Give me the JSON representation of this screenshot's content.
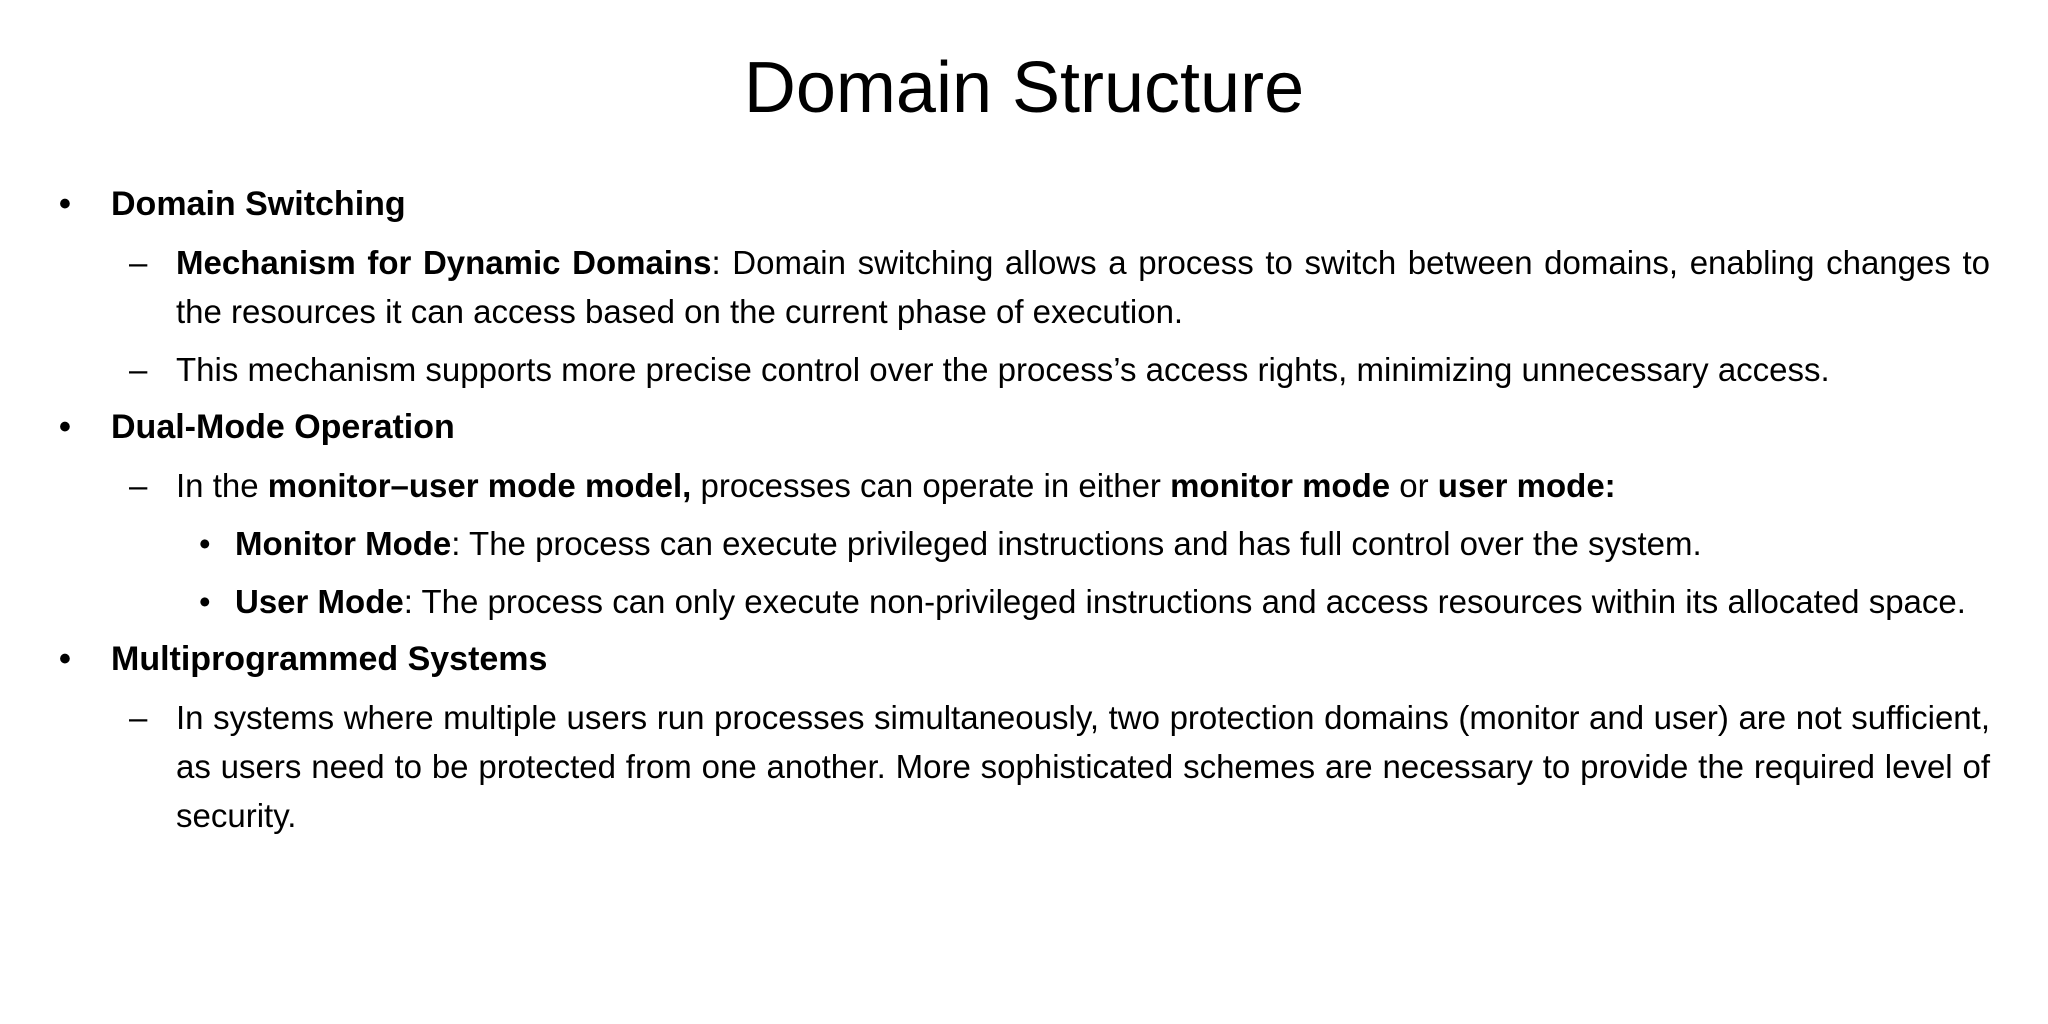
{
  "markers": {
    "level1": "•",
    "level2": "–",
    "level3": "•"
  },
  "colors": {
    "background": "#ffffff",
    "text": "#000000"
  },
  "slide": {
    "title": "Domain Structure",
    "sections": [
      {
        "heading": "Domain Switching",
        "items": [
          {
            "segments": [
              {
                "text": "Mechanism for Dynamic Domains",
                "bold": true
              },
              {
                "text": ": Domain switching allows a process to switch between domains, enabling changes to the resources it can access based on the current phase of execution.",
                "bold": false
              }
            ]
          },
          {
            "segments": [
              {
                "text": "This mechanism supports more precise control over the process’s access rights, minimizing unnecessary access.",
                "bold": false
              }
            ]
          }
        ]
      },
      {
        "heading": "Dual-Mode Operation",
        "items": [
          {
            "segments": [
              {
                "text": "In the ",
                "bold": false
              },
              {
                "text": "monitor–user mode model,",
                "bold": true
              },
              {
                "text": " processes can operate in either ",
                "bold": false
              },
              {
                "text": "monitor mode",
                "bold": true
              },
              {
                "text": " or ",
                "bold": false
              },
              {
                "text": "user mode:",
                "bold": true
              }
            ],
            "subitems": [
              {
                "segments": [
                  {
                    "text": "Monitor Mode",
                    "bold": true
                  },
                  {
                    "text": ": The process can execute privileged instructions and has full control over the system.",
                    "bold": false
                  }
                ]
              },
              {
                "segments": [
                  {
                    "text": "User Mode",
                    "bold": true
                  },
                  {
                    "text": ": The process can only execute non-privileged instructions and access resources within its allocated space.",
                    "bold": false
                  }
                ]
              }
            ]
          }
        ]
      },
      {
        "heading": "Multiprogrammed Systems",
        "items": [
          {
            "segments": [
              {
                "text": "In systems where multiple users run processes simultaneously, two protection domains (monitor and user) are not sufficient, as users need to be protected from one another. More sophisticated schemes are necessary to provide the required level of security.",
                "bold": false
              }
            ]
          }
        ]
      }
    ]
  }
}
